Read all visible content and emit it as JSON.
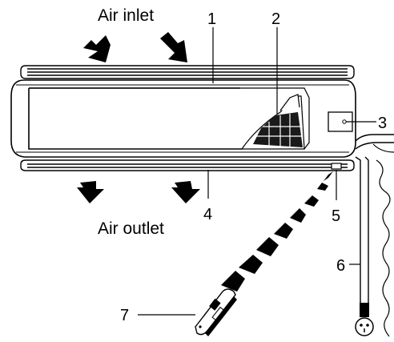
{
  "labels": {
    "air_inlet": "Air inlet",
    "air_outlet": "Air outlet",
    "n1": "1",
    "n2": "2",
    "n3": "3",
    "n4": "4",
    "n5": "5",
    "n6": "6",
    "n7": "7"
  },
  "icons": [
    "arrow-down-icon",
    "plug-icon",
    "remote-control-icon",
    "signal-beam-icon"
  ],
  "colors": {
    "line": "#000000",
    "background": "#ffffff"
  }
}
